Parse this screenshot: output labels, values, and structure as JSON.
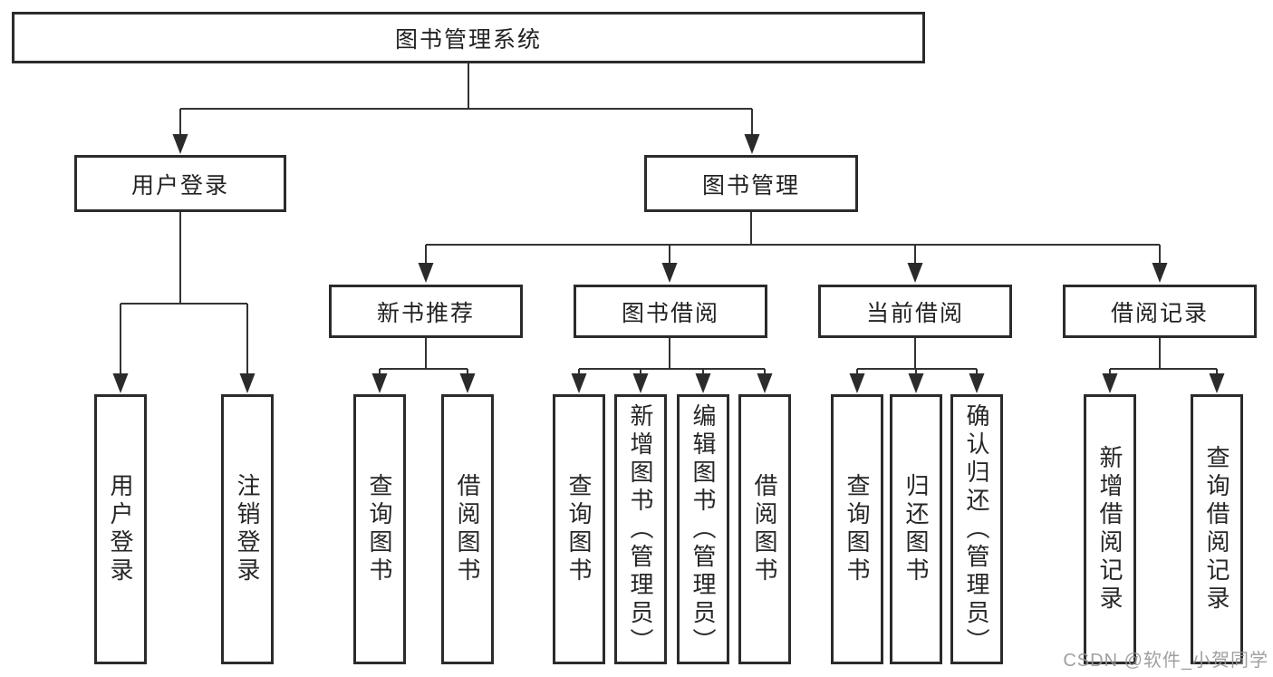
{
  "diagram": {
    "root": {
      "label": "图书管理系统"
    },
    "level1": [
      {
        "label": "用户登录",
        "leaves": [
          {
            "label": "用户登录"
          },
          {
            "label": "注销登录"
          }
        ]
      },
      {
        "label": "图书管理",
        "children": [
          {
            "label": "新书推荐",
            "leaves": [
              {
                "label": "查询图书"
              },
              {
                "label": "借阅图书"
              }
            ]
          },
          {
            "label": "图书借阅",
            "leaves": [
              {
                "label": "查询图书"
              },
              {
                "label": "新增图书（管理员）"
              },
              {
                "label": "编辑图书（管理员）"
              },
              {
                "label": "借阅图书"
              }
            ]
          },
          {
            "label": "当前借阅",
            "leaves": [
              {
                "label": "查询图书"
              },
              {
                "label": "归还图书"
              },
              {
                "label": "确认归还（管理员）"
              }
            ]
          },
          {
            "label": "借阅记录",
            "leaves": [
              {
                "label": "新增借阅记录"
              },
              {
                "label": "查询借阅记录"
              }
            ]
          }
        ]
      }
    ]
  },
  "watermark": {
    "text": "CSDN @软件_小贺同学"
  },
  "colors": {
    "background": "#ffffff",
    "box_border": "#2b2b2b",
    "connector_line": "#333333",
    "text": "#262626",
    "watermark": "#969696"
  }
}
